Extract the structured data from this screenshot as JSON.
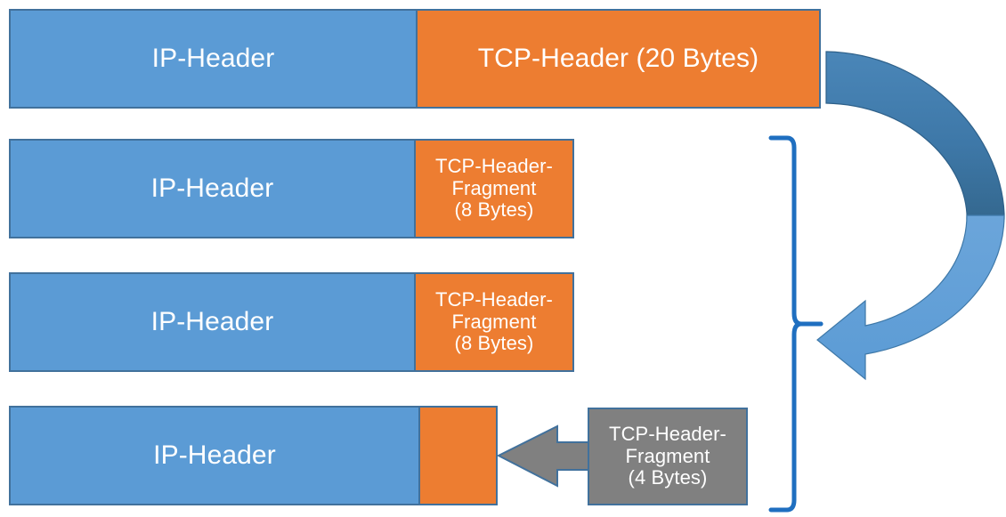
{
  "diagram": {
    "title": "TCP header fragmentation across IP fragments",
    "colors": {
      "blue_fill": "#5B9BD5",
      "blue_border": "#41719C",
      "orange_fill": "#ED7D31",
      "gray_fill": "#808080",
      "arrow_dark_blue": "#3E78A8",
      "arrow_light_blue": "#5B9BD5",
      "brace_blue": "#1F6FC0",
      "text_on_fill": "#FFFFFF"
    },
    "rows": [
      {
        "id": "original-packet",
        "ip_header_label": "IP-Header",
        "payload_label": "TCP-Header (20 Bytes)",
        "payload_kind": "orange"
      },
      {
        "id": "fragment-1",
        "ip_header_label": "IP-Header",
        "payload_lines": [
          "TCP-Header-",
          "Fragment",
          "(8 Bytes)"
        ],
        "payload_kind": "orange"
      },
      {
        "id": "fragment-2",
        "ip_header_label": "IP-Header",
        "payload_lines": [
          "TCP-Header-",
          "Fragment",
          "(8 Bytes)"
        ],
        "payload_kind": "orange"
      },
      {
        "id": "fragment-3",
        "ip_header_label": "IP-Header",
        "payload_lines": [],
        "payload_kind": "orange"
      }
    ],
    "callout": {
      "lines": [
        "TCP-Header-",
        "Fragment",
        "(4 Bytes)"
      ],
      "arrow_direction": "left",
      "arrow_color": "#808080"
    },
    "curved_arrow": {
      "direction": "u-turn-left",
      "meaning": "original TCP header is split into the fragments below"
    },
    "brace": {
      "orientation": "right-pointing",
      "spans_rows": [
        "fragment-1",
        "fragment-2",
        "fragment-3"
      ]
    }
  }
}
